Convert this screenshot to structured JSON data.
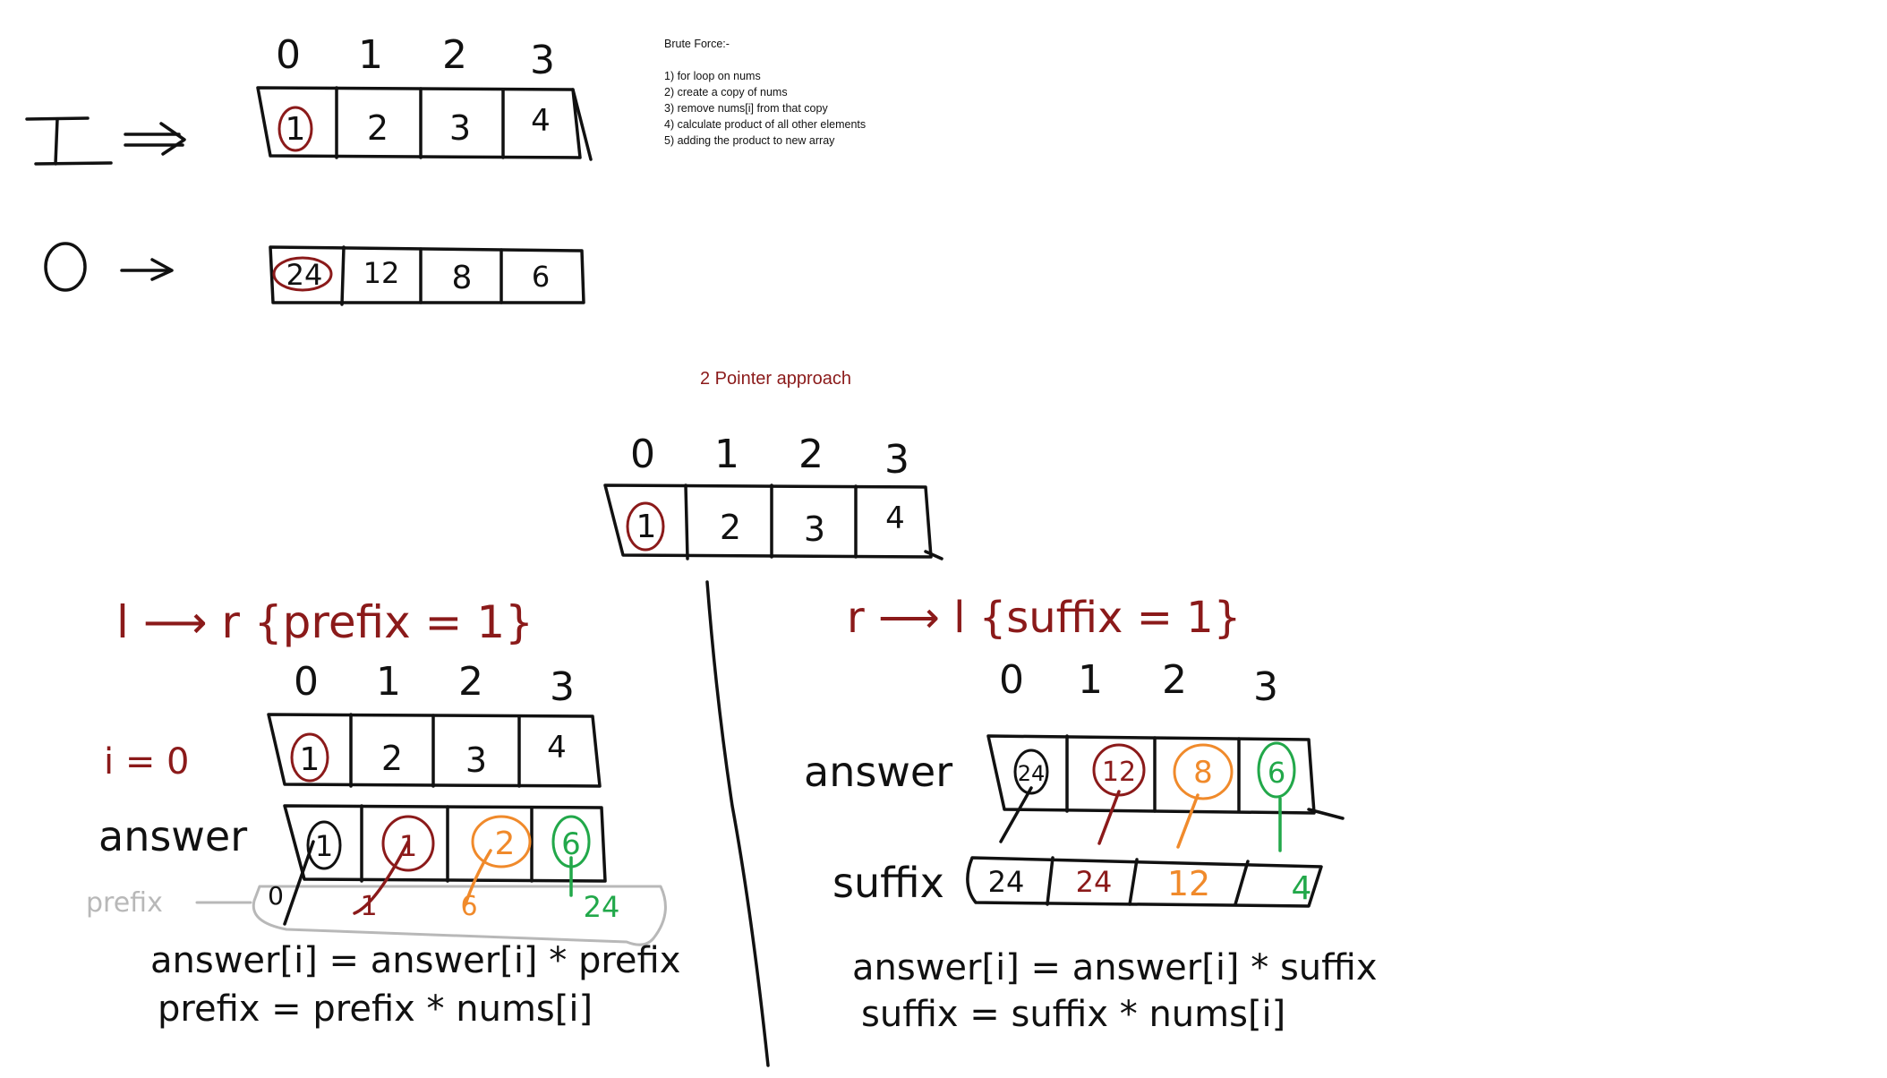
{
  "brute_force": {
    "title": "Brute Force:-",
    "steps": [
      "1) for loop on nums",
      "2) create a copy of nums",
      "3) remove nums[i] from that copy",
      "4) calculate product of all other elements",
      "5) adding the product to new array"
    ]
  },
  "example_top": {
    "indices": [
      "0",
      "1",
      "2",
      "3"
    ],
    "input_label": "I",
    "input_arrow": "⇒",
    "input": [
      "1",
      "2",
      "3",
      "4"
    ],
    "output_label": "O",
    "output_arrow": "→",
    "output": [
      "24",
      "12",
      "8",
      "6"
    ]
  },
  "two_pointer": {
    "title": "2 Pointer approach",
    "title_color": "#8b1a1a",
    "indices": [
      "0",
      "1",
      "2",
      "3"
    ],
    "nums": [
      "1",
      "2",
      "3",
      "4"
    ]
  },
  "left_pass": {
    "heading": "l ⟶ r {prefix = 1}",
    "indices": [
      "0",
      "1",
      "2",
      "3"
    ],
    "i_label": "i = 0",
    "nums": [
      "1",
      "2",
      "3",
      "4"
    ],
    "answer_label": "answer",
    "answer": [
      "1",
      "1",
      "2",
      "6"
    ],
    "prefix_label": "prefix",
    "prefix": [
      "0",
      "1",
      "6",
      "24"
    ],
    "formula_1": "answer[i] = answer[i] * prefix",
    "formula_2": "prefix = prefix * nums[i]"
  },
  "right_pass": {
    "heading": "r ⟶ l {suffix = 1}",
    "indices": [
      "0",
      "1",
      "2",
      "3"
    ],
    "answer_label": "answer",
    "answer": [
      "24",
      "12",
      "8",
      "6"
    ],
    "suffix_label": "suffix",
    "suffix": [
      "24",
      "24",
      "12",
      "4"
    ],
    "formula_1": "answer[i] = answer[i] * suffix",
    "formula_2": "suffix = suffix * nums[i]"
  },
  "colors": {
    "ink": "#111111",
    "red": "#8b1a1a",
    "orange": "#f08a2b",
    "green": "#22a84a",
    "gray": "#b8b8b8"
  }
}
